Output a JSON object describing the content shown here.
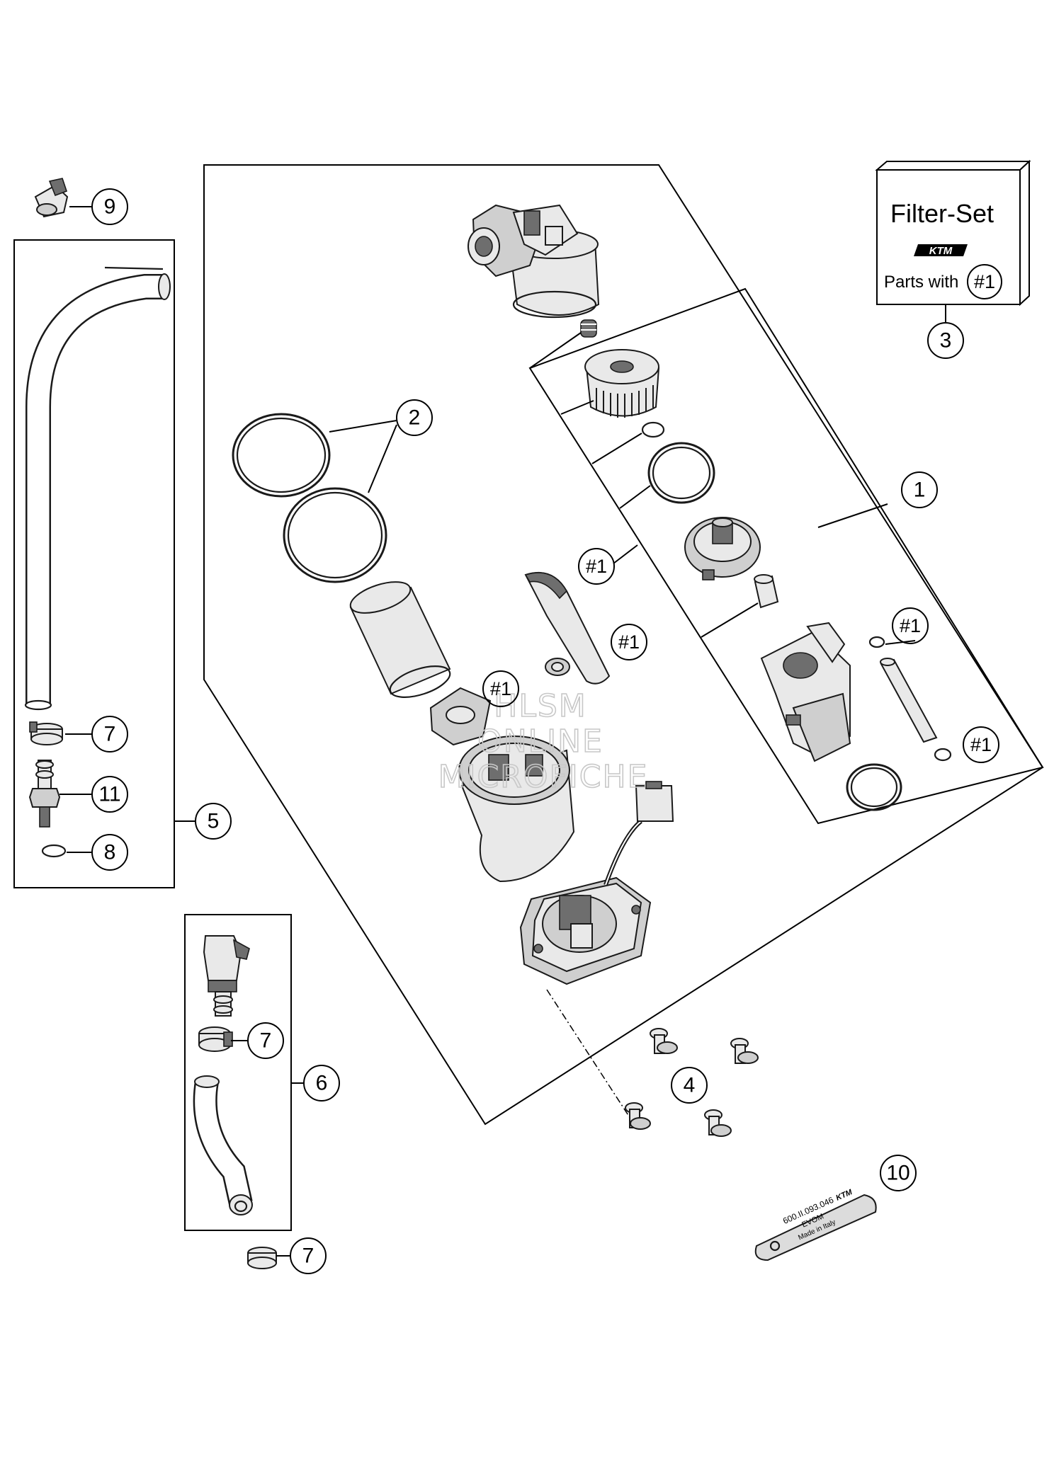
{
  "callouts": [
    {
      "id": "c1",
      "label": "1"
    },
    {
      "id": "c2",
      "label": "2"
    },
    {
      "id": "c3",
      "label": "3"
    },
    {
      "id": "c4",
      "label": "4"
    },
    {
      "id": "c5",
      "label": "5"
    },
    {
      "id": "c6",
      "label": "6"
    },
    {
      "id": "c7a",
      "label": "7"
    },
    {
      "id": "c7b",
      "label": "7"
    },
    {
      "id": "c7c",
      "label": "7"
    },
    {
      "id": "c8",
      "label": "8"
    },
    {
      "id": "c9",
      "label": "9"
    },
    {
      "id": "c10",
      "label": "10"
    },
    {
      "id": "c11",
      "label": "11"
    }
  ],
  "filter_markers": [
    "#1",
    "#1",
    "#1",
    "#1",
    "#1"
  ],
  "filter_set": {
    "title": "Filter-Set",
    "brand": "KTM",
    "parts_with": "Parts with",
    "marker": "#1"
  },
  "tag_plate": {
    "line1": "600.II.093.046",
    "line2": "EVOM",
    "line3": "Made in Italy",
    "brand": "KTM"
  },
  "watermark": {
    "line1": "HLSM",
    "line2": "ONLINE",
    "line3": "MICROFICHE"
  }
}
